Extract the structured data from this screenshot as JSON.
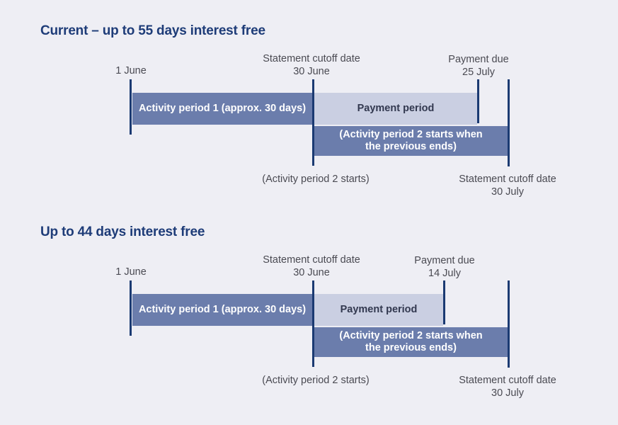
{
  "colors": {
    "background": "#eeeef4",
    "bar_dark": "#6b7dac",
    "bar_light": "#cacfe2",
    "tick_line": "#1b3a72",
    "title_text": "#1e3c78",
    "label_text": "#4a4a52",
    "bar_dark_text": "#ffffff",
    "bar_light_text": "#32384f"
  },
  "diagrams": [
    {
      "title": "Current – up to 55 days interest free",
      "start_label": "1 June",
      "cutoff1": {
        "line1": "Statement cutoff date",
        "line2": "30 June"
      },
      "payment_due": {
        "line1": "Payment due",
        "line2": "25 July"
      },
      "bar_activity1": "Activity period 1 (approx. 30 days)",
      "bar_payment": "Payment period",
      "bar_activity2": {
        "line1": "(Activity period 2 starts when",
        "line2": "the previous ends)"
      },
      "activity2_starts": "(Activity period 2 starts)",
      "cutoff2": {
        "line1": "Statement cutoff date",
        "line2": "30 July"
      }
    },
    {
      "title": "Up to 44 days interest free",
      "start_label": "1 June",
      "cutoff1": {
        "line1": "Statement cutoff date",
        "line2": "30 June"
      },
      "payment_due": {
        "line1": "Payment due",
        "line2": "14 July"
      },
      "bar_activity1": "Activity period 1 (approx. 30 days)",
      "bar_payment": "Payment period",
      "bar_activity2": {
        "line1": "(Activity period 2 starts when",
        "line2": "the previous ends)"
      },
      "activity2_starts": "(Activity period 2 starts)",
      "cutoff2": {
        "line1": "Statement cutoff date",
        "line2": "30 July"
      }
    }
  ]
}
